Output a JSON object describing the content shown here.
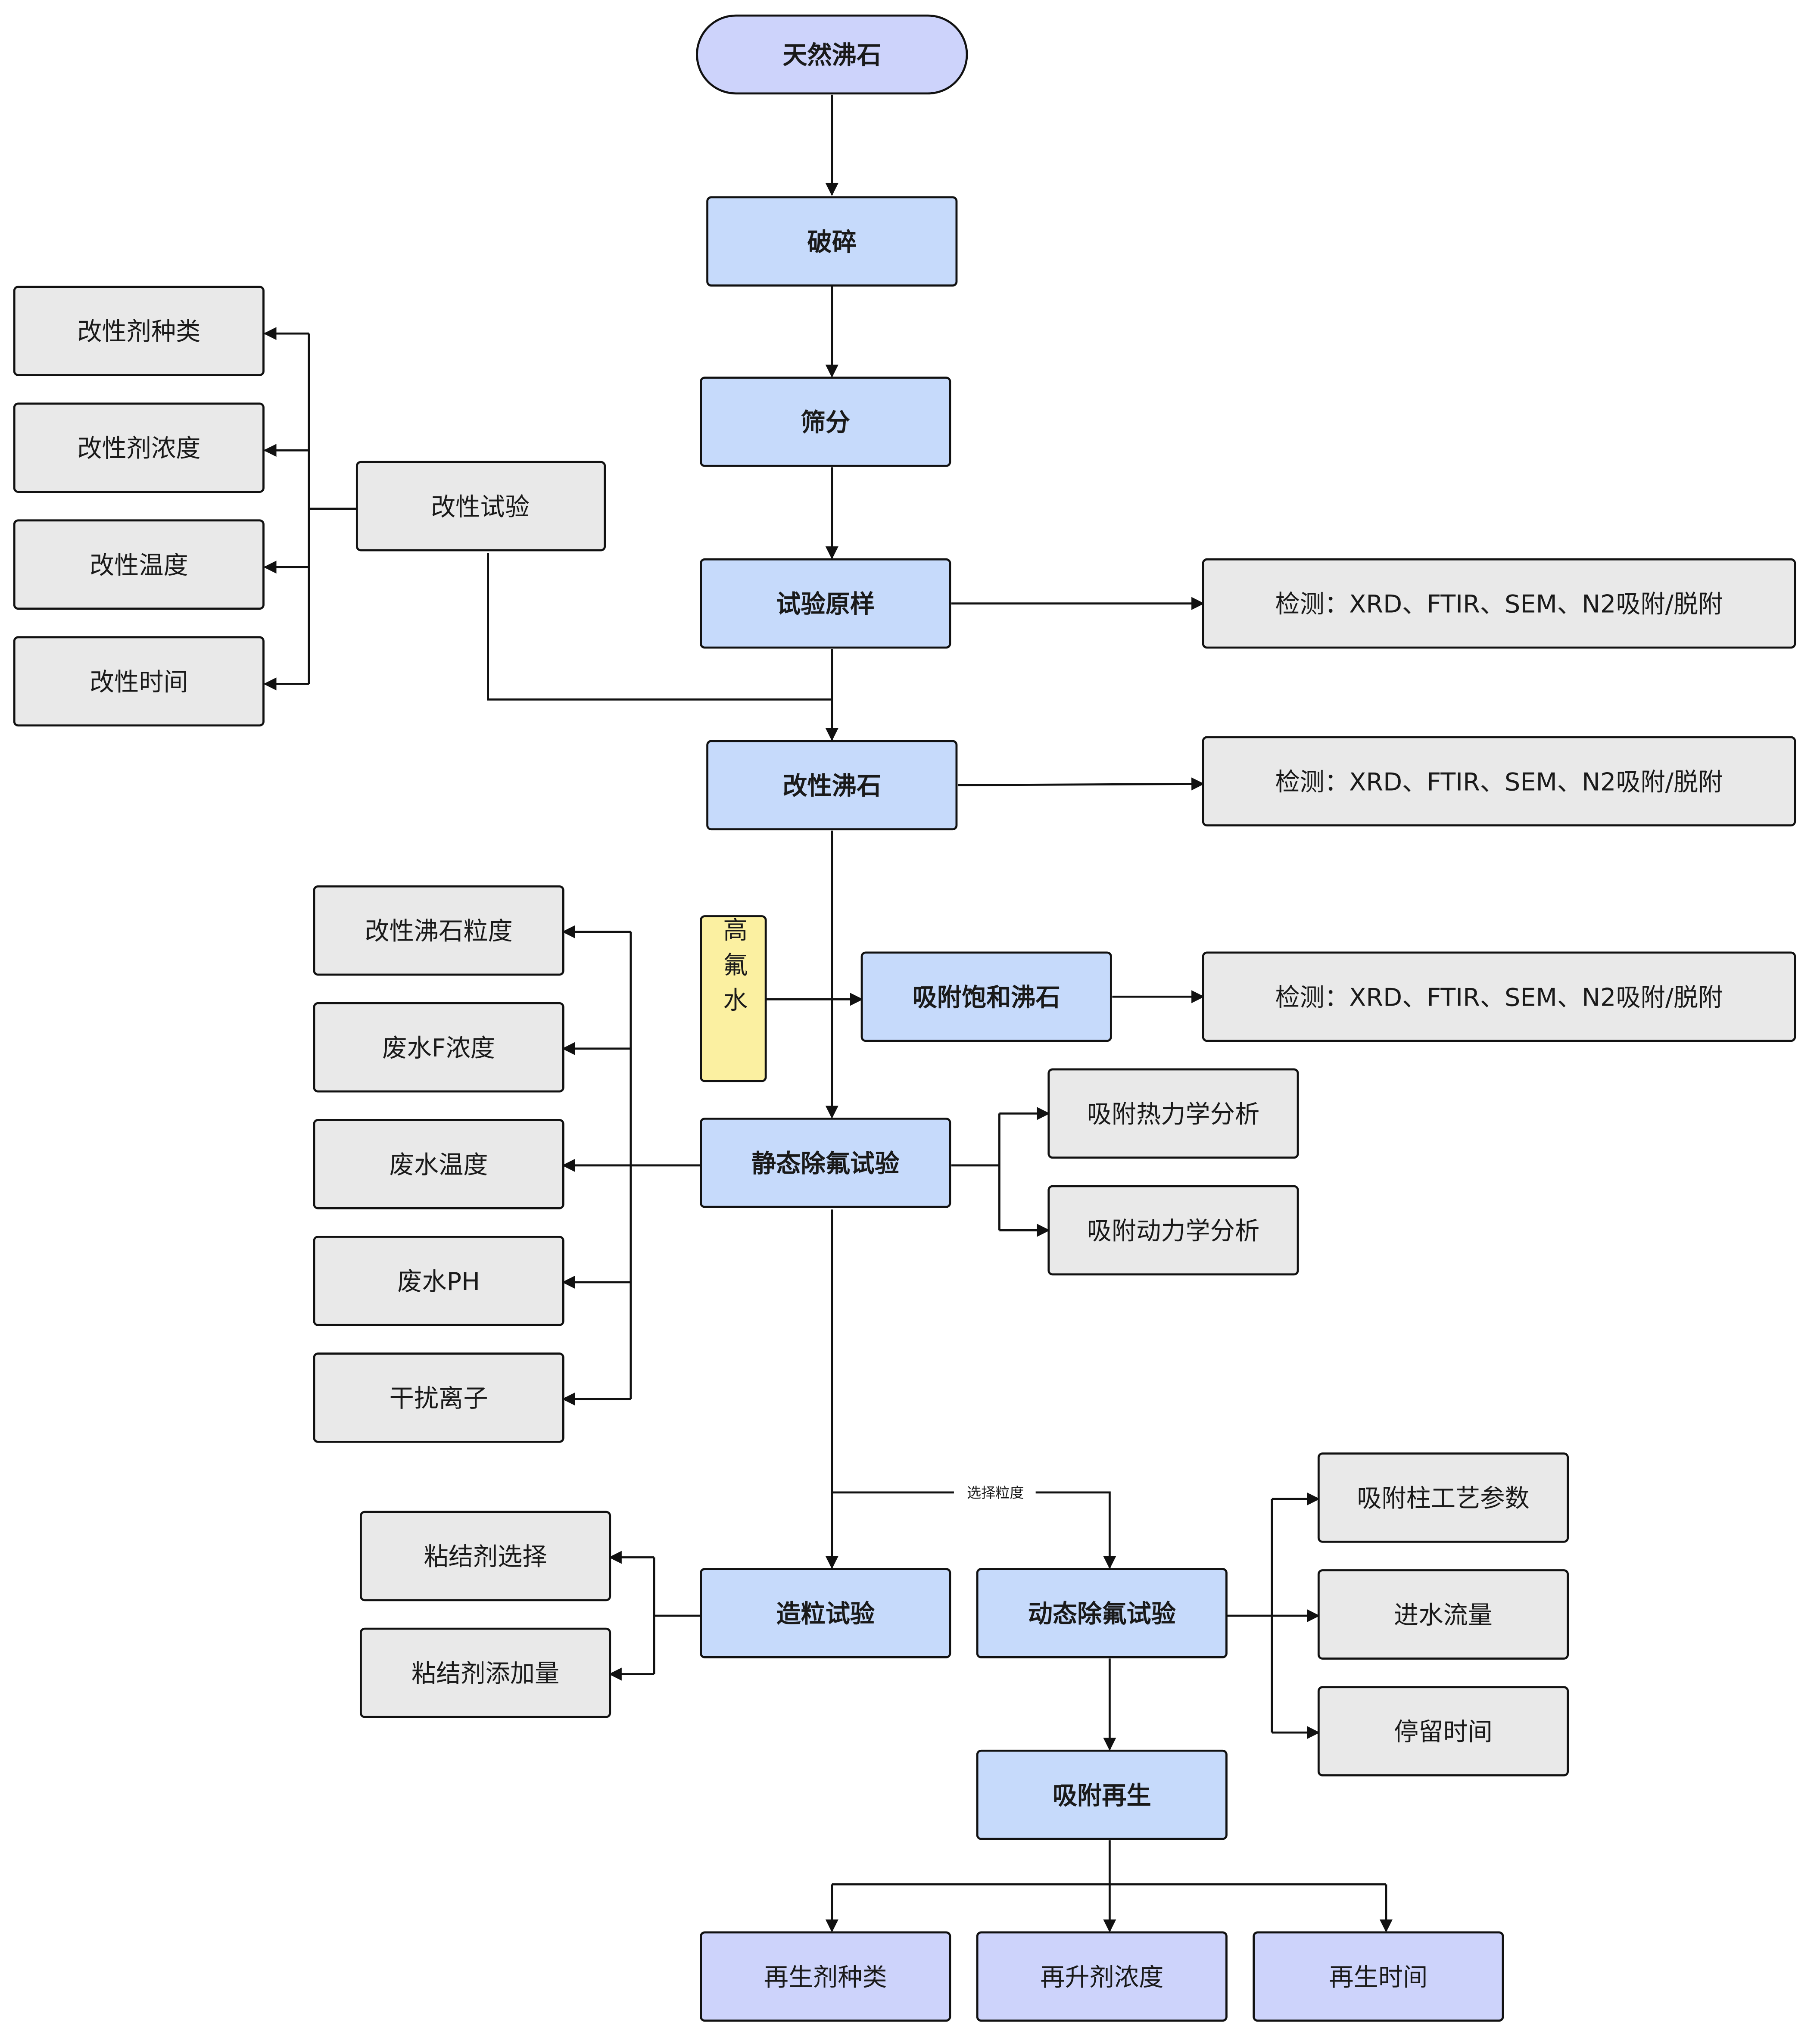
{
  "colors": {
    "start": "#cdd3fb",
    "process": "#c6dafb",
    "param": "#e9e9e9",
    "input": "#fbf0a1",
    "result": "#cdd3fb",
    "stroke": "#111111",
    "text": "#1a1a1a"
  },
  "nodes": {
    "zeolite": "天然沸石",
    "crush": "破碎",
    "sieve": "筛分",
    "raw_sample": "试验原样",
    "modified_zeolite": "改性沸石",
    "saturated_zeolite": "吸附饱和沸石",
    "static_defluoride": "静态除氟试验",
    "granulation": "造粒试验",
    "dynamic_defluoride": "动态除氟试验",
    "regeneration": "吸附再生",
    "modification_test": "改性试验",
    "modifier_type": "改性剂种类",
    "modifier_conc": "改性剂浓度",
    "mod_temp": "改性温度",
    "mod_time": "改性时间",
    "detect_raw": "检测：XRD、FTIR、SEM、N2吸附/脱附",
    "detect_modified": "检测：XRD、FTIR、SEM、N2吸附/脱附",
    "detect_saturated": "检测：XRD、FTIR、SEM、N2吸附/脱附",
    "high_fluoride_water": "高氟水",
    "particle_size": "改性沸石粒度",
    "f_conc": "废水F浓度",
    "water_temp": "废水温度",
    "water_ph": "废水PH",
    "interfering_ions": "干扰离子",
    "thermo": "吸附热力学分析",
    "kinetics": "吸附动力学分析",
    "binder_choice": "粘结剂选择",
    "binder_amount": "粘结剂添加量",
    "column_params": "吸附柱工艺参数",
    "inflow": "进水流量",
    "retention": "停留时间",
    "regen_type": "再生剂种类",
    "regen_conc": "再升剂浓度",
    "regen_time": "再生时间"
  },
  "edge_labels": {
    "select_size": "选择粒度"
  }
}
